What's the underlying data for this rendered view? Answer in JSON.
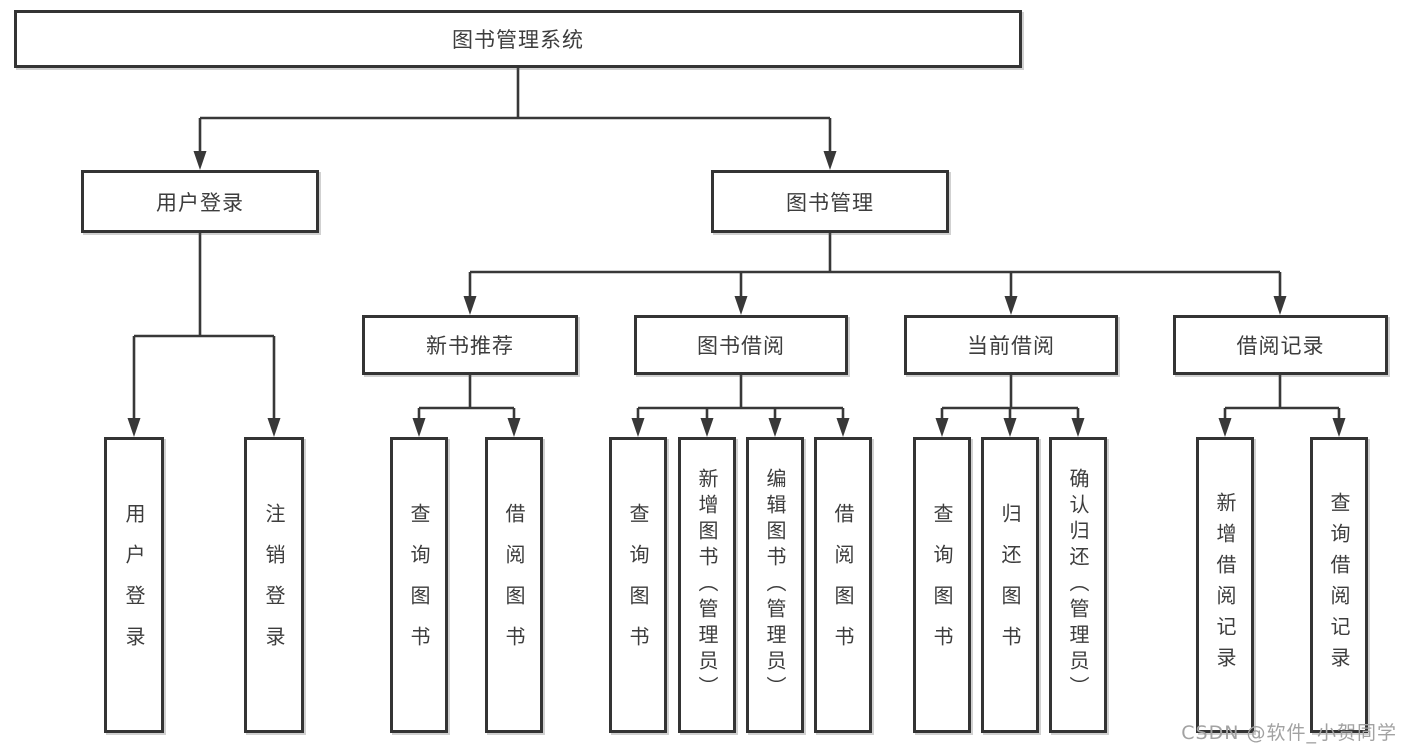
{
  "colors": {
    "line": "#383838",
    "box_border": "#343434",
    "box_fill": "#ffffff",
    "text": "#3d3d3d",
    "watermark": "#a2a2a2"
  },
  "watermark": {
    "text": "CSDN @软件_小贺同学"
  },
  "tree": {
    "label": "图书管理系统",
    "children": [
      {
        "label": "用户登录",
        "children": [
          {
            "label": "用户登录"
          },
          {
            "label": "注销登录"
          }
        ]
      },
      {
        "label": "图书管理",
        "children": [
          {
            "label": "新书推荐",
            "children": [
              {
                "label": "查询图书"
              },
              {
                "label": "借阅图书"
              }
            ]
          },
          {
            "label": "图书借阅",
            "children": [
              {
                "label": "查询图书"
              },
              {
                "label": "新增图书（管理员）"
              },
              {
                "label": "编辑图书（管理员）"
              },
              {
                "label": "借阅图书"
              }
            ]
          },
          {
            "label": "当前借阅",
            "children": [
              {
                "label": "查询图书"
              },
              {
                "label": "归还图书"
              },
              {
                "label": "确认归还（管理员）"
              }
            ]
          },
          {
            "label": "借阅记录",
            "children": [
              {
                "label": "新增借阅记录"
              },
              {
                "label": "查询借阅记录"
              }
            ]
          }
        ]
      }
    ]
  }
}
